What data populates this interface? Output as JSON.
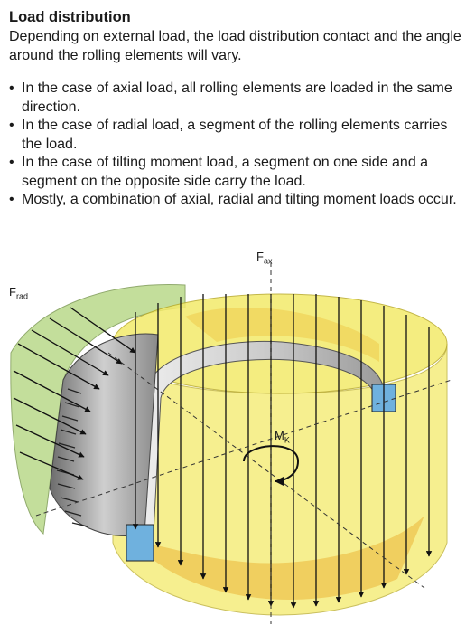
{
  "heading": "Load distribution",
  "intro": "Depending on external load, the load distribution contact and the angle around the rolling elements will vary.",
  "bullets": [
    {
      "symbol": "•",
      "text": "In the case of axial load, all rolling elements are loaded in the same direction."
    },
    {
      "symbol": "•",
      "text": "In the case of radial load, a segment of the rolling elements carries the load."
    },
    {
      "symbol": "•",
      "text": "In the case of tilting moment load, a segment on one side and a segment on the opposite side carry the load."
    },
    {
      "symbol": "•",
      "text": "Mostly, a combination of axial, radial and tilting moment loads occur."
    }
  ],
  "figure": {
    "labels": {
      "axial_main": "F",
      "axial_sub": "ax",
      "radial_main": "F",
      "radial_sub": "rad",
      "moment_main": "M",
      "moment_sub": "K"
    },
    "colors": {
      "axial_band": "#f3ea6a",
      "radial_band": "#b9d98a",
      "moment_band": "#e8732c",
      "bearing": "#c9c9c9",
      "arrow": "#111111"
    }
  }
}
